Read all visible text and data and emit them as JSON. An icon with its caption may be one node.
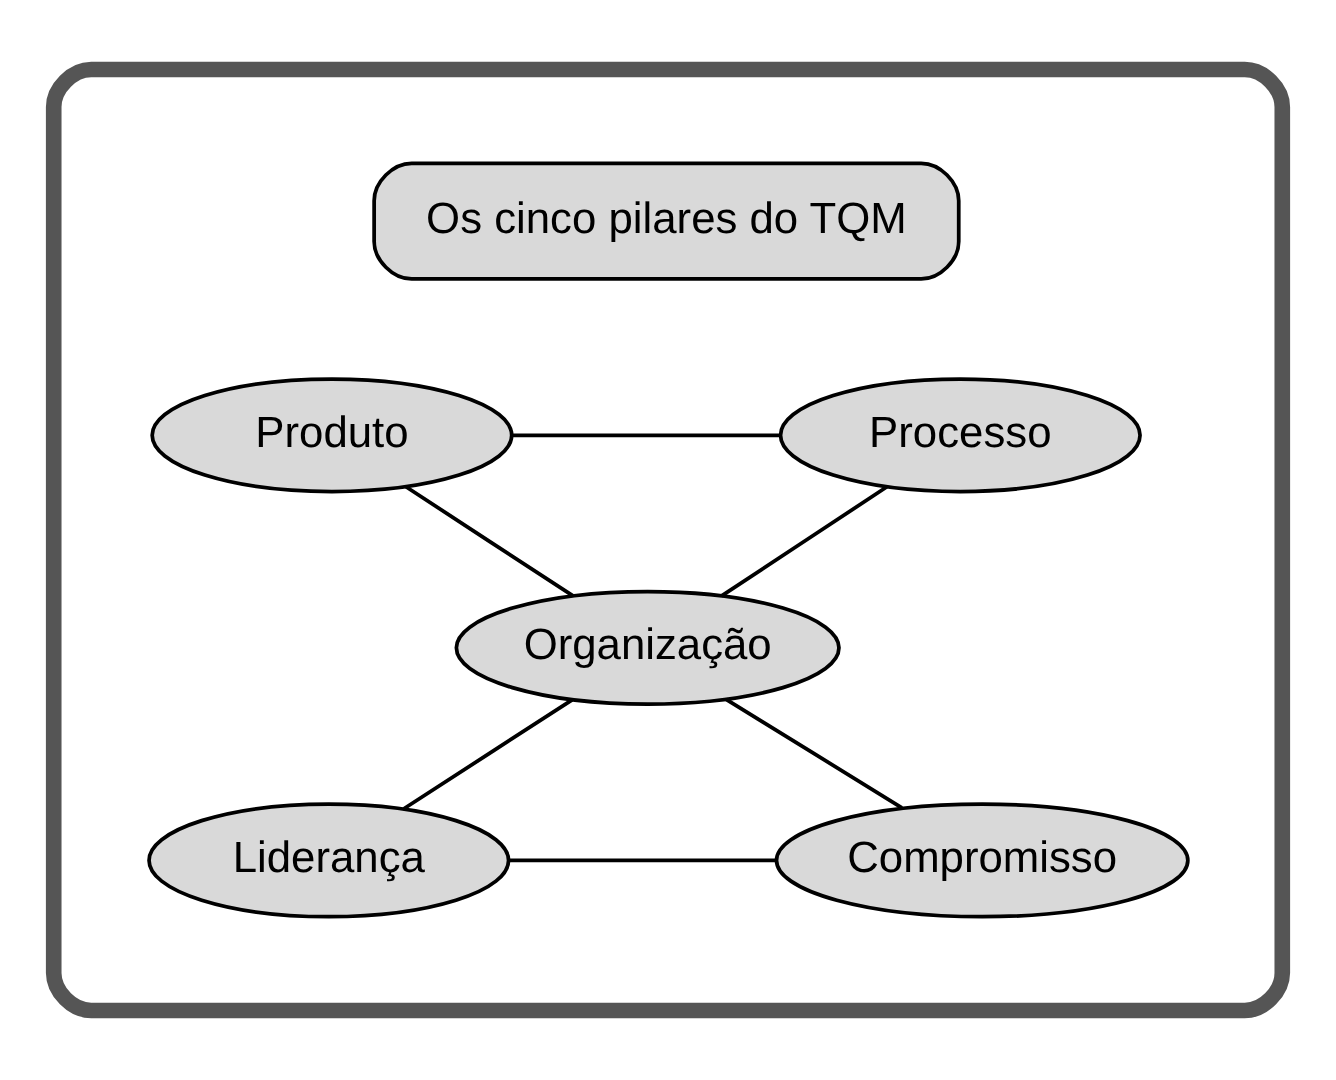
{
  "diagram": {
    "nodes": [
      {
        "text": [],
        "shape": "ellipse"
      },
      {
        "text": [
          "Os cinco pilares do TQM"
        ],
        "in": 0
      },
      {
        "text": [
          "Produto"
        ],
        "in": 0
      },
      {
        "text": [
          "Processo"
        ],
        "in": 0
      },
      {
        "text": [
          "Organização"
        ],
        "in": 0
      },
      {
        "text": [
          "Liderança"
        ],
        "in": 0
      },
      {
        "text": [
          "Compromisso"
        ],
        "in": 0
      }
    ],
    "edges": [
      {
        "from": 2,
        "to": 3,
        "arrow": "none"
      },
      {
        "from": 2,
        "to": 4,
        "arrow": "none"
      },
      {
        "from": 3,
        "to": 4,
        "arrow": "none"
      },
      {
        "from": 4,
        "to": 5,
        "arrow": "none"
      },
      {
        "from": 4,
        "to": 6,
        "arrow": "none"
      },
      {
        "from": 5,
        "to": 6,
        "arrow": "none"
      }
    ]
  }
}
